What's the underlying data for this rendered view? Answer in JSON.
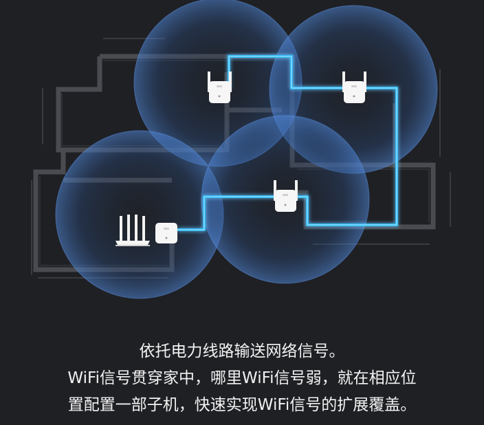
{
  "caption": {
    "line1": "依托电力线路输送网络信号。",
    "line2": "WiFi信号贯穿家中，哪里WiFi信号弱，就在相应位",
    "line3": "置配置一部子机，快速实现WiFi信号的扩展覆盖。"
  },
  "illustration": {
    "icons": [
      "floor-plan",
      "router-icon",
      "main-plc-adapter-icon",
      "wifi-extender-icon"
    ],
    "colors": {
      "background": "#1f2024",
      "walls": "#4a4b50",
      "signal_line": "#2ab8f5",
      "coverage": "#3a6fb8"
    }
  }
}
